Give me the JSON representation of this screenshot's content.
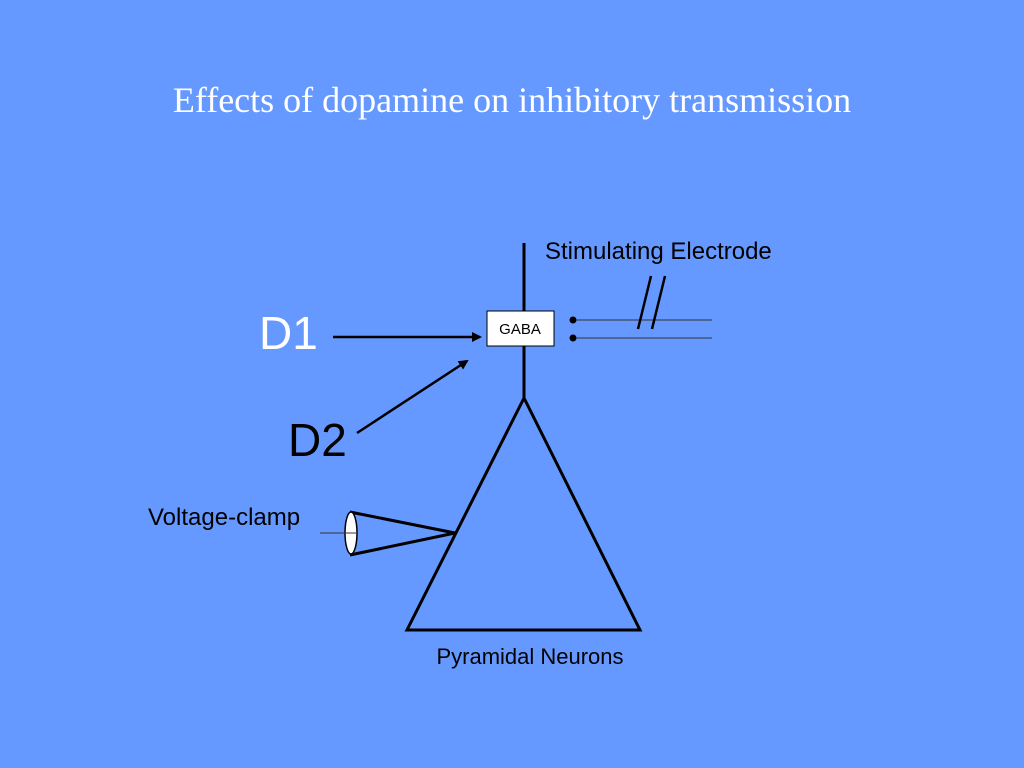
{
  "title": "Effects of dopamine on inhibitory transmission",
  "labels": {
    "stimulating_electrode": "Stimulating Electrode",
    "gaba": "GABA",
    "d1": "D1",
    "d2": "D2",
    "voltage_clamp": "Voltage-clamp",
    "pyramidal_neurons": "Pyramidal Neurons"
  },
  "colors": {
    "background": "#6699ff",
    "title": "#ffffff",
    "d1_label": "#ffffff",
    "lines": "#000000"
  }
}
